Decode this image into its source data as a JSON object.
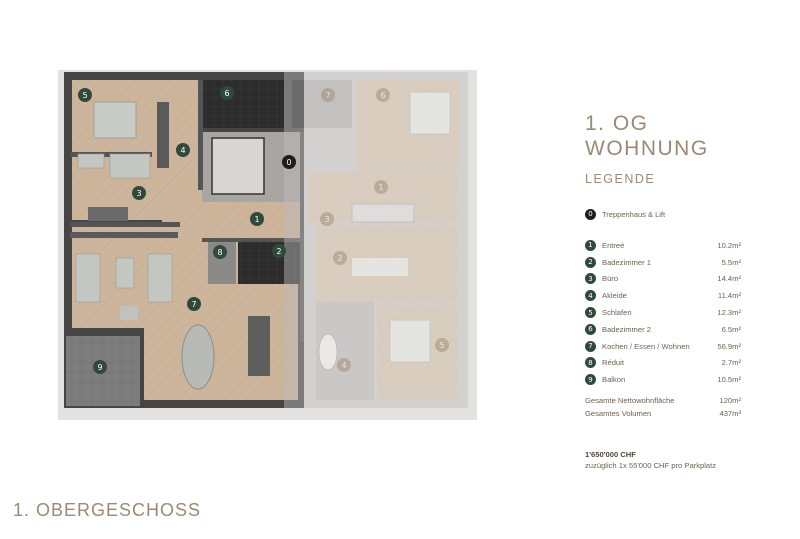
{
  "title": {
    "line1": "1. OG",
    "line2": "WOHNUNG"
  },
  "legend_heading": "LEGENDE",
  "stair": {
    "num": "0",
    "label": "Treppenhaus & Lift"
  },
  "rooms": [
    {
      "num": "1",
      "name": "Entreé",
      "area": "10.2m²"
    },
    {
      "num": "2",
      "name": "Badezimmer 1",
      "area": "5.5m²"
    },
    {
      "num": "3",
      "name": "Büro",
      "area": "14.4m²"
    },
    {
      "num": "4",
      "name": "Akleide",
      "area": "11.4m²"
    },
    {
      "num": "5",
      "name": "Schlafen",
      "area": "12.3m²"
    },
    {
      "num": "6",
      "name": "Badezimmer 2",
      "area": "6.5m²"
    },
    {
      "num": "7",
      "name": "Kochen / Essen / Wohnen",
      "area": "56.9m²"
    },
    {
      "num": "8",
      "name": "Réduit",
      "area": "2.7m²"
    },
    {
      "num": "9",
      "name": "Balkon",
      "area": "10.5m²"
    }
  ],
  "totals": [
    {
      "name": "Gesamte Nettowohnfläche",
      "value": "120m²"
    },
    {
      "name": "Gesamtes Volumen",
      "value": "437m³"
    }
  ],
  "price": {
    "amount": "1'650'000 CHF",
    "note": "zuzüglich 1x 55'000 CHF pro Parkplatz"
  },
  "floor_title": "1. OBERGESCHOSS",
  "plan_markers": [
    {
      "num": "5",
      "style": "green"
    },
    {
      "num": "6",
      "style": "green"
    },
    {
      "num": "4",
      "style": "green"
    },
    {
      "num": "3",
      "style": "green"
    },
    {
      "num": "0",
      "style": "dark"
    },
    {
      "num": "1",
      "style": "green"
    },
    {
      "num": "8",
      "style": "green"
    },
    {
      "num": "2",
      "style": "green"
    },
    {
      "num": "7",
      "style": "green"
    },
    {
      "num": "9",
      "style": "green"
    },
    {
      "num": "7",
      "style": "faded"
    },
    {
      "num": "6",
      "style": "faded"
    },
    {
      "num": "1",
      "style": "faded"
    },
    {
      "num": "3",
      "style": "faded"
    },
    {
      "num": "2",
      "style": "faded"
    },
    {
      "num": "5",
      "style": "faded"
    },
    {
      "num": "4",
      "style": "faded"
    }
  ],
  "colors": {
    "accent_green": "#2f4a3b",
    "stair_dark": "#1e1e1e",
    "text_gold": "#9a8a73",
    "floor_wood": "#c9b29a",
    "wall": "#4a4a4a"
  }
}
